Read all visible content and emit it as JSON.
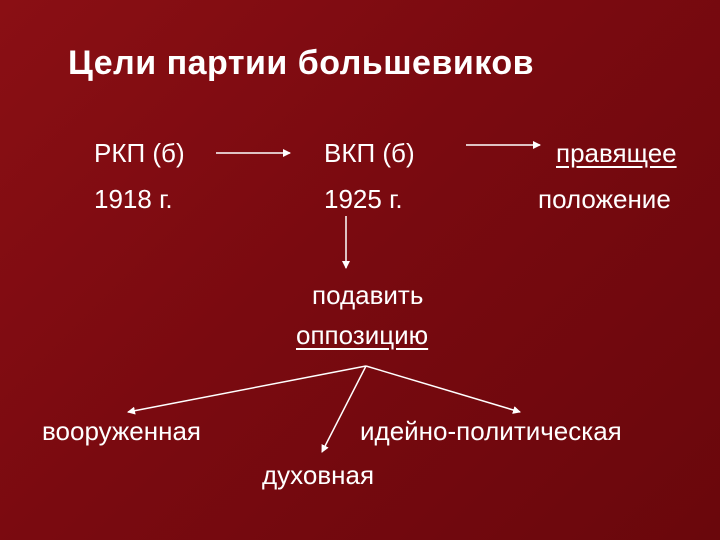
{
  "slide": {
    "title": "Цели партии большевиков",
    "rkp": {
      "name": "РКП (б)",
      "year": "1918 г."
    },
    "vkp": {
      "name": "ВКП (б)",
      "year": "1925 г."
    },
    "goal": {
      "line1": "правящее",
      "line2": "положение"
    },
    "suppress": {
      "line1": "подавить",
      "line2": "оппозицию"
    },
    "branches": {
      "armed": "вооруженная",
      "ideological": "идейно-политическая",
      "spiritual": "духовная"
    }
  }
}
